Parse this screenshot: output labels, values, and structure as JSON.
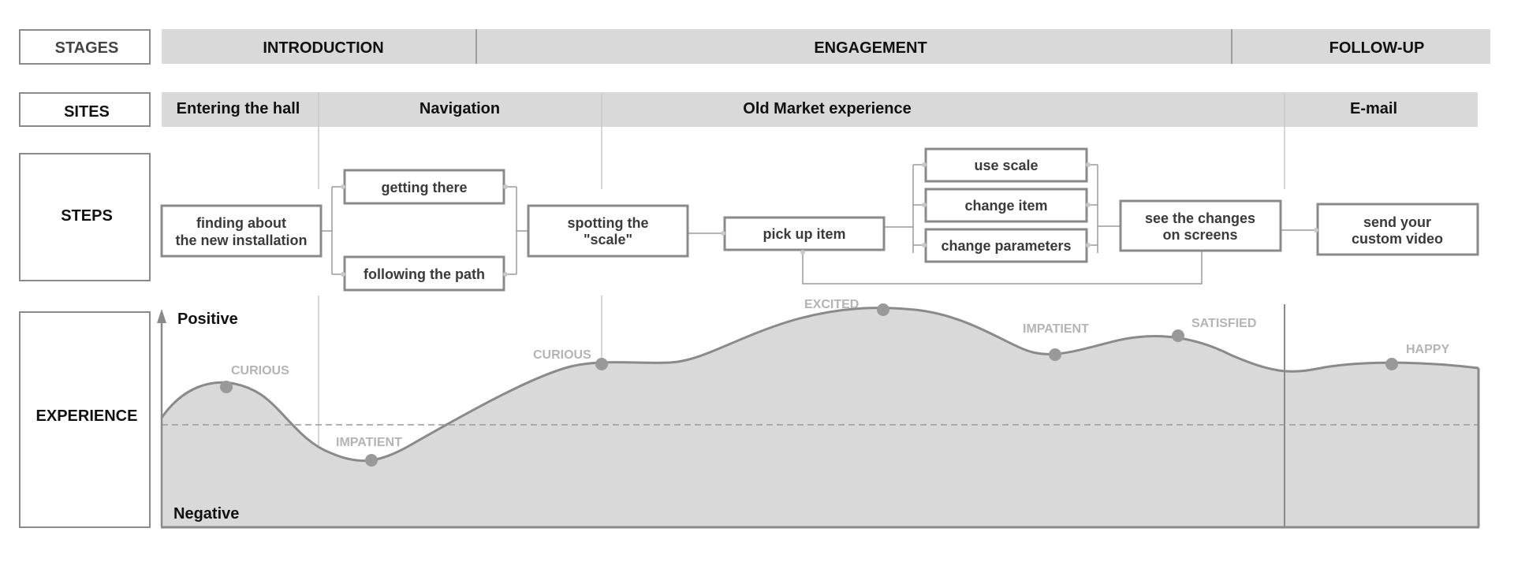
{
  "row_labels": {
    "stages": "STAGES",
    "sites": "SITES",
    "steps": "STEPS",
    "experience": "EXPERIENCE"
  },
  "stages": [
    "INTRODUCTION",
    "ENGAGEMENT",
    "FOLLOW-UP"
  ],
  "sites": [
    "Entering the hall",
    "Navigation",
    "Old Market experience",
    "E-mail"
  ],
  "steps": {
    "finding": [
      "finding about",
      "the new installation"
    ],
    "getting_there": "getting there",
    "following_path": "following the path",
    "spotting": [
      "spotting the",
      "\"scale\""
    ],
    "pick_up": "pick up item",
    "use_scale": "use scale",
    "change_item": "change item",
    "change_parameters": "change parameters",
    "see_changes": [
      "see the changes",
      "on screens"
    ],
    "send_video": [
      "send your",
      "custom video"
    ]
  },
  "experience": {
    "positive_label": "Positive",
    "negative_label": "Negative",
    "emotions": [
      {
        "label": "CURIOUS",
        "level": 0.64
      },
      {
        "label": "IMPATIENT",
        "level": 0.31
      },
      {
        "label": "CURIOUS",
        "level": 0.75
      },
      {
        "label": "EXCITED",
        "level": 0.98
      },
      {
        "label": "IMPATIENT",
        "level": 0.77
      },
      {
        "label": "SATISFIED",
        "level": 0.87
      },
      {
        "label": "HAPPY",
        "level": 0.75
      }
    ],
    "colors": {
      "line": "#8a8a8a",
      "fill": "#d9d9d9",
      "dot": "#999999",
      "label": "#b4b4b4"
    }
  }
}
